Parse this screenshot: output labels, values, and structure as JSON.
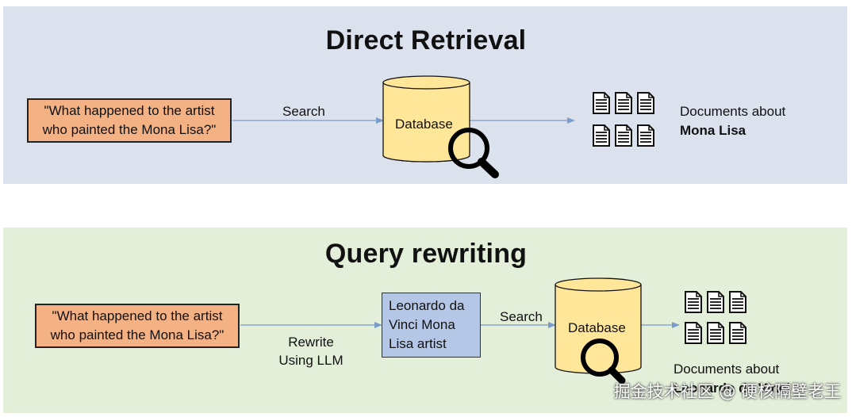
{
  "direct": {
    "title": "Direct Retrieval",
    "query": "\"What happened to the artist who painted the Mona Lisa?\"",
    "search_label": "Search",
    "database_label": "Database",
    "docs_label": "Documents about",
    "docs_topic": "Mona Lisa"
  },
  "rewrite": {
    "title": "Query rewriting",
    "query": "\"What happened to the artist who painted the Mona Lisa?\"",
    "rewrite_label_1": "Rewrite",
    "rewrite_label_2": "Using LLM",
    "rewritten_query": "Leonardo da Vinci Mona Lisa artist",
    "search_label": "Search",
    "database_label": "Database",
    "docs_label": "Documents about",
    "docs_topic": "Leonardo da Vinci"
  },
  "watermark": "掘金技术社区 @ 硬核隔壁老王",
  "colors": {
    "top_panel": "#dbe2ed",
    "bottom_panel": "#e3efd9",
    "query_box": "#f4b183",
    "rewrite_box": "#b4c7e7",
    "database": "#ffe699",
    "arrow": "#7a9cc8"
  },
  "icons": [
    "document-icon",
    "magnifier-icon",
    "database-cylinder"
  ]
}
